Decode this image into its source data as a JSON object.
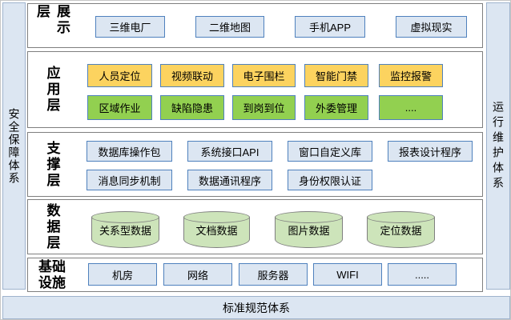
{
  "sidebars": {
    "left": "安全保障体系",
    "right": "运行维护体系",
    "bottom": "标准规范体系"
  },
  "presentation": {
    "label": "展示层",
    "boxes": [
      "三维电厂",
      "二维地图",
      "手机APP",
      "虚拟现实"
    ]
  },
  "application": {
    "label": "应用层",
    "row1": [
      "人员定位",
      "视频联动",
      "电子围栏",
      "智能门禁",
      "监控报警"
    ],
    "row2": [
      "区域作业",
      "缺陷隐患",
      "到岗到位",
      "外委管理",
      "...."
    ]
  },
  "support": {
    "label": "支撑层",
    "row1": [
      "数据库操作包",
      "系统接口API",
      "窗口自定义库",
      "报表设计程序"
    ],
    "row2": [
      "消息同步机制",
      "数据通讯程序",
      "身份权限认证"
    ]
  },
  "data_layer": {
    "label": "数据层",
    "cylinders": [
      "关系型数据",
      "文档数据",
      "图片数据",
      "定位数据"
    ]
  },
  "infrastructure": {
    "label": "基础设施",
    "boxes": [
      "机房",
      "网络",
      "服务器",
      "WIFI",
      "....."
    ]
  },
  "colors": {
    "app_yellow": "#fcd35f",
    "app_green": "#92d050",
    "box_blue_fill": "#dce6f2",
    "box_border": "#4f81bd",
    "cylinder_fill": "#cde4ba",
    "panel_border": "#7f7f7f",
    "frame_fill": "#dce6f2",
    "frame_border": "#9fb3cd"
  }
}
